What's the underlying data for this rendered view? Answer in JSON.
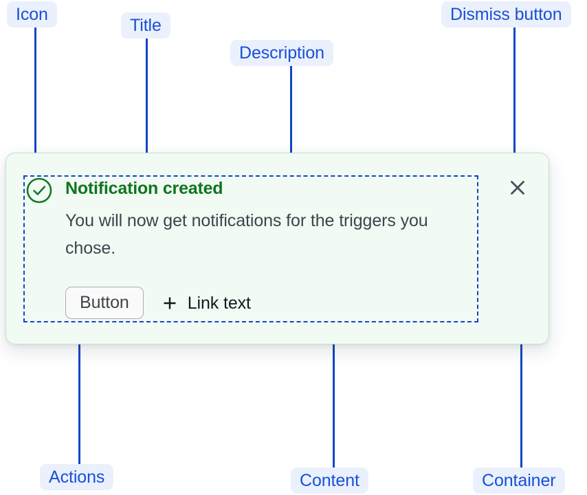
{
  "annotations": [
    {
      "key": "icon",
      "label": "Icon"
    },
    {
      "key": "title",
      "label": "Title"
    },
    {
      "key": "desc",
      "label": "Description"
    },
    {
      "key": "dismiss",
      "label": "Dismiss button"
    },
    {
      "key": "actions",
      "label": "Actions"
    },
    {
      "key": "content",
      "label": "Content"
    },
    {
      "key": "container",
      "label": "Container"
    }
  ],
  "alert": {
    "status_icon": "check-circle-icon",
    "title": "Notification created",
    "description": "You will now get notifications for the triggers you chose.",
    "dismiss_icon": "close-icon",
    "actions": {
      "button_label": "Button",
      "link_icon": "plus-icon",
      "link_label": "Link text"
    }
  },
  "colors": {
    "annotation_pill_bg": "#eaf1fd",
    "annotation_text": "#1a4fd6",
    "leader_line": "#1046c4",
    "container_bg": "#f2faf4",
    "container_border": "#bfe3c8",
    "success_green": "#10751f",
    "body_text": "#3f444b",
    "link_text": "#15191e",
    "button_border": "#a9aeb5",
    "button_bg": "#fafafa",
    "dismiss_icon": "#4a4f57",
    "page_bg": "#ffffff"
  }
}
